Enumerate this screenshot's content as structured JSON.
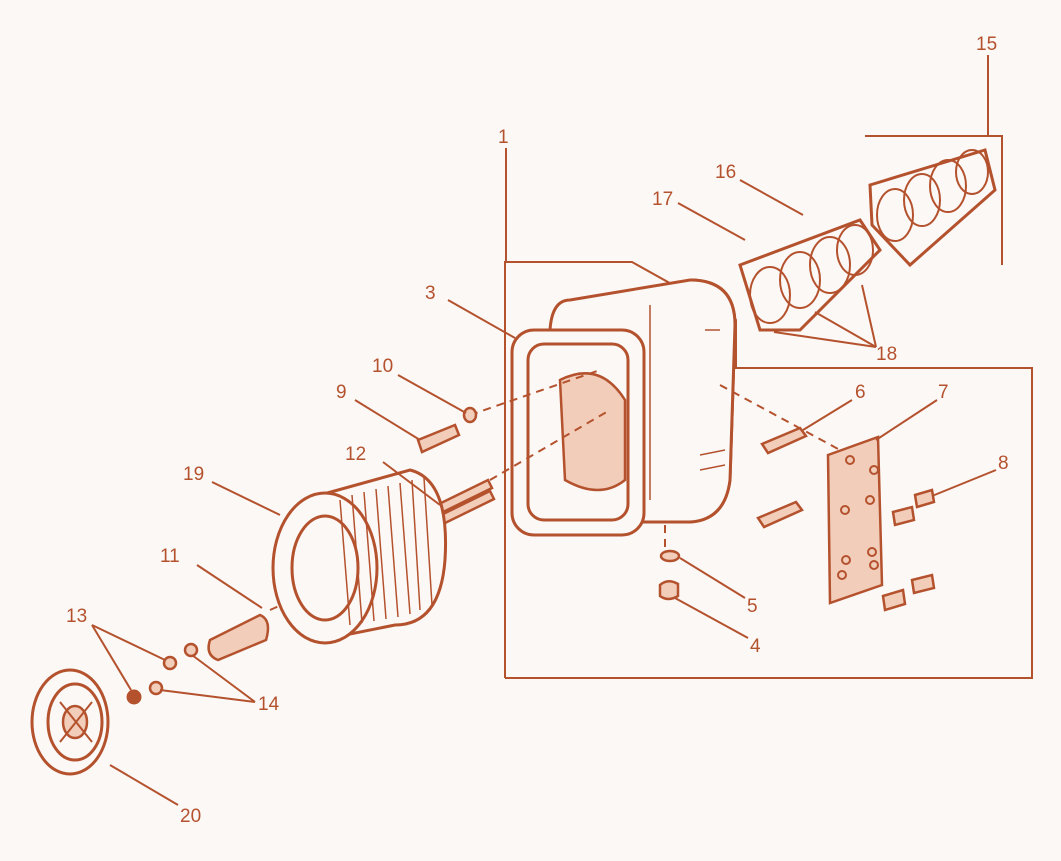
{
  "callouts": {
    "c1": "1",
    "c3": "3",
    "c4": "4",
    "c5": "5",
    "c6": "6",
    "c7": "7",
    "c8": "8",
    "c9": "9",
    "c10": "10",
    "c11": "11",
    "c12": "12",
    "c13": "13",
    "c14": "14",
    "c15": "15",
    "c16": "16",
    "c17": "17",
    "c18": "18",
    "c19": "19",
    "c20": "20"
  },
  "colors": {
    "line": "#b5522e",
    "fill": "#f2cdb9",
    "background": "#fbf8f6"
  }
}
